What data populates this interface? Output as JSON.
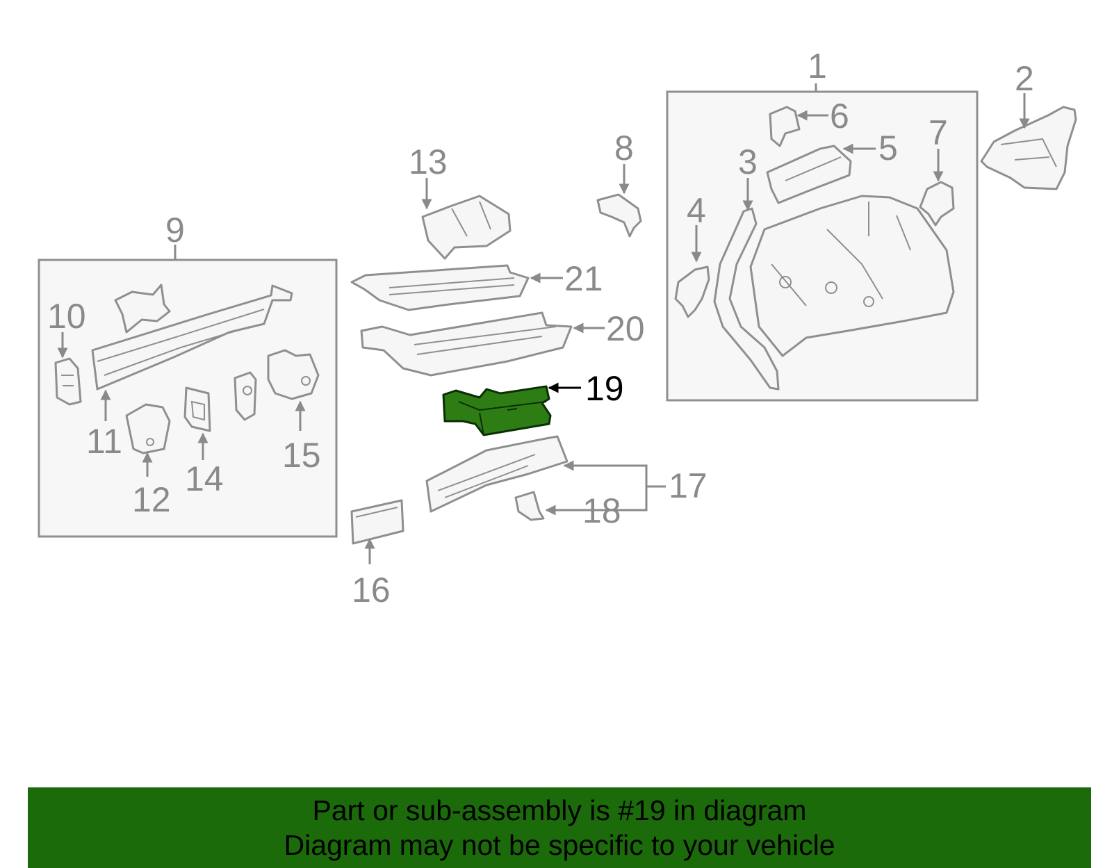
{
  "diagram": {
    "highlight_color": "#2e7d14",
    "callouts": [
      {
        "id": "1",
        "text": "1"
      },
      {
        "id": "2",
        "text": "2"
      },
      {
        "id": "3",
        "text": "3"
      },
      {
        "id": "4",
        "text": "4"
      },
      {
        "id": "5",
        "text": "5"
      },
      {
        "id": "6",
        "text": "6"
      },
      {
        "id": "7",
        "text": "7"
      },
      {
        "id": "8",
        "text": "8"
      },
      {
        "id": "9",
        "text": "9"
      },
      {
        "id": "10",
        "text": "10"
      },
      {
        "id": "11",
        "text": "11"
      },
      {
        "id": "12",
        "text": "12"
      },
      {
        "id": "13",
        "text": "13"
      },
      {
        "id": "14",
        "text": "14"
      },
      {
        "id": "15",
        "text": "15"
      },
      {
        "id": "16",
        "text": "16"
      },
      {
        "id": "17",
        "text": "17"
      },
      {
        "id": "18",
        "text": "18"
      },
      {
        "id": "19",
        "text": "19"
      },
      {
        "id": "20",
        "text": "20"
      },
      {
        "id": "21",
        "text": "21"
      }
    ],
    "highlighted_part": "19"
  },
  "banner": {
    "background": "#1c6b0b",
    "line1": "Part or sub-assembly is #19 in diagram",
    "line2": "Diagram may not be specific to your vehicle"
  }
}
